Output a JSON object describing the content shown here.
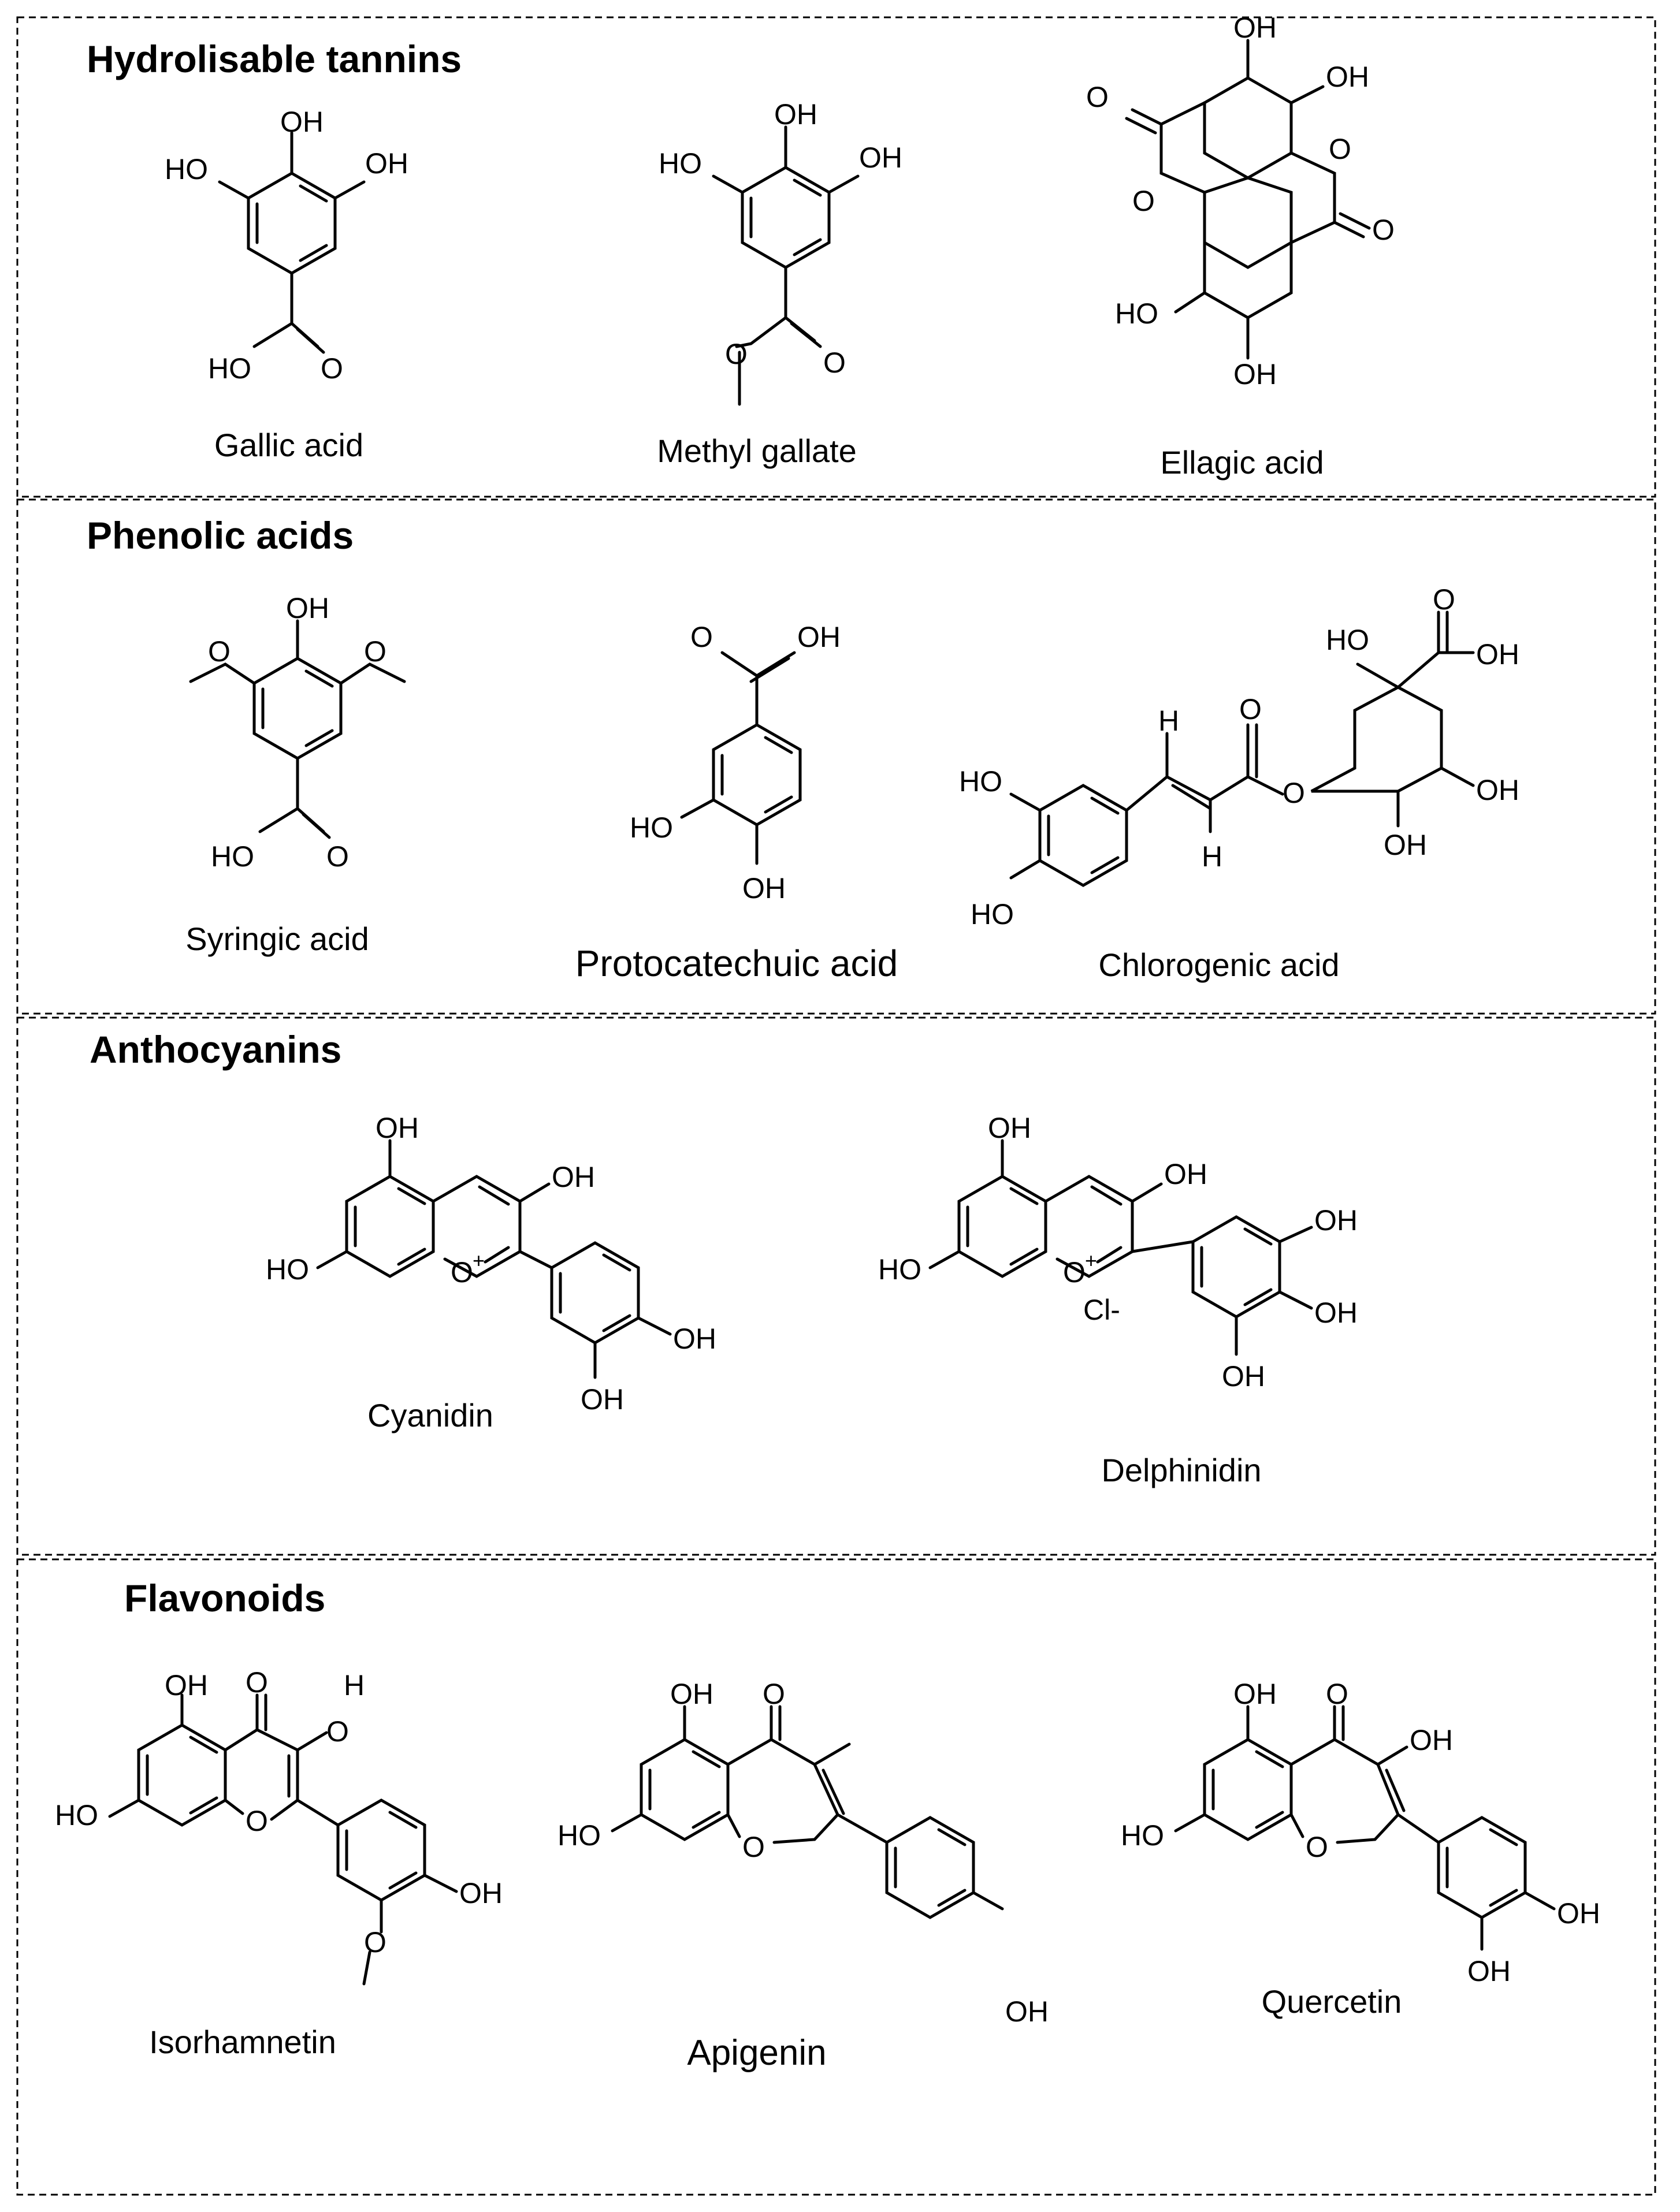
{
  "sections": [
    {
      "title": "Hydrolisable tannins",
      "compounds": [
        {
          "name": "Gallic acid"
        },
        {
          "name": "Methyl gallate"
        },
        {
          "name": "Ellagic acid"
        }
      ]
    },
    {
      "title": "Phenolic acids",
      "compounds": [
        {
          "name": "Syringic acid"
        },
        {
          "name": "Protocatechuic acid"
        },
        {
          "name": "Chlorogenic acid"
        }
      ]
    },
    {
      "title": "Anthocyanins",
      "compounds": [
        {
          "name": "Cyanidin"
        },
        {
          "name": "Delphinidin"
        }
      ]
    },
    {
      "title": "Flavonoids",
      "compounds": [
        {
          "name": "Isorhamnetin"
        },
        {
          "name": "Apigenin"
        },
        {
          "name": "Quercetin"
        }
      ]
    }
  ],
  "atoms": {
    "hydroxyl": "OH",
    "hydroxyl_left": "HO",
    "oxygen": "O",
    "hydrogen": "H",
    "oxonium": "O",
    "plus": "+",
    "chloride": "Cl-"
  }
}
